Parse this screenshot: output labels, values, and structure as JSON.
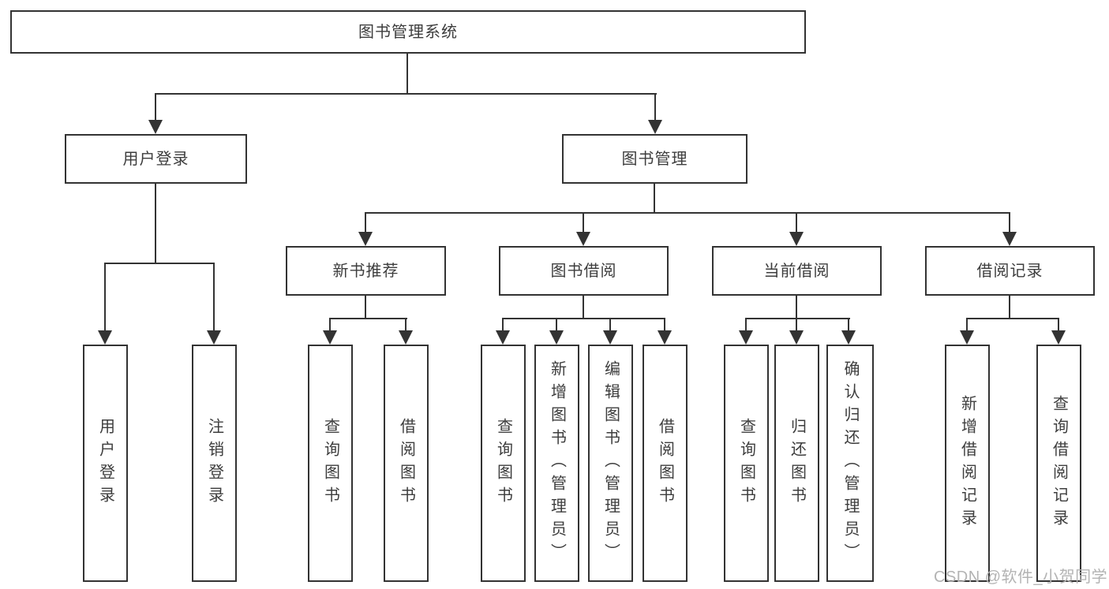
{
  "diagram": {
    "root": "图书管理系统",
    "level2": {
      "user_login": "用户登录",
      "book_mgmt": "图书管理"
    },
    "level3": {
      "new_book": "新书推荐",
      "book_borrow": "图书借阅",
      "current_borrow": "当前借阅",
      "borrow_record": "借阅记录"
    },
    "leaves": {
      "user_login": [
        "用户登录",
        "注销登录"
      ],
      "new_book": [
        "查询图书",
        "借阅图书"
      ],
      "book_borrow": [
        "查询图书",
        "新增图书（管理员）",
        "编辑图书（管理员）",
        "借阅图书"
      ],
      "current_borrow": [
        "查询图书",
        "归还图书",
        "确认归还（管理员）"
      ],
      "borrow_record": [
        "新增借阅记录",
        "查询借阅记录"
      ]
    }
  },
  "watermark": {
    "text": "CSDN @软件_小贺同学"
  },
  "colors": {
    "line": "#333333",
    "text": "#3d3d3d",
    "watermark": "#b3b3b3",
    "background": "#ffffff"
  }
}
